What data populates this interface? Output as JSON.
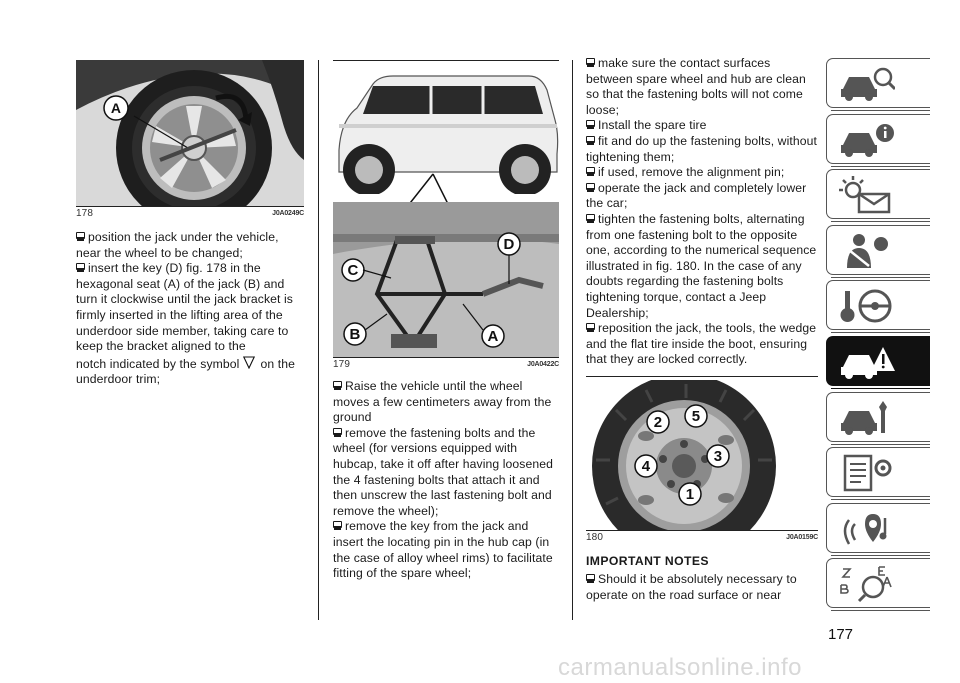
{
  "col1": {
    "figure": {
      "number": "178",
      "code": "J0A0249C",
      "label_a": "A"
    },
    "b1": "position the jack under the vehicle, near the wheel to be changed;",
    "b2": "insert the key (D) fig. 178 in the hexagonal seat (A) of the jack (B) and turn it clockwise until the jack bracket is firmly inserted in the lifting area of the underdoor side member, taking care to keep the bracket aligned to the",
    "b2_tail_pre": "notch indicated by the symbol",
    "b2_tail_post": "on the underdoor trim;"
  },
  "col2": {
    "figure": {
      "number": "179",
      "code": "J0A0422C",
      "label_a": "A",
      "label_b": "B",
      "label_c": "C",
      "label_d": "D"
    },
    "b1": "Raise the vehicle until the wheel moves a few centimeters away from the ground",
    "b2": "remove the fastening bolts and the wheel (for versions equipped with hubcap, take it off after having loosened the 4 fastening bolts that attach it and then unscrew the last fastening bolt and remove the wheel);",
    "b3": "remove the key from the jack and insert the locating pin in the hub cap (in the case of alloy wheel rims) to facilitate fitting of the spare wheel;"
  },
  "col3": {
    "b1": "make sure the contact surfaces between spare wheel and hub are clean so that the fastening bolts will not come loose;",
    "b2": "Install the spare tire",
    "b3": "fit and do up the fastening bolts, without tightening them;",
    "b4": "if used, remove the alignment pin;",
    "b5": "operate the jack and completely lower the car;",
    "b6": "tighten the fastening bolts, alternating from one fastening bolt to the opposite one, according to the numerical sequence illustrated in fig. 180. In the case of any doubts regarding the fastening bolts tightening torque, contact a Jeep Dealership;",
    "b7": "reposition the jack, the tools, the wedge and the flat tire inside the boot, ensuring that they are locked correctly.",
    "figure": {
      "number": "180",
      "code": "J0A0159C",
      "n1": "1",
      "n2": "2",
      "n3": "3",
      "n4": "4",
      "n5": "5"
    },
    "heading": "IMPORTANT NOTES",
    "b8": "Should it be absolutely necessary to operate on the road surface or near"
  },
  "sidebar": {
    "tabs": [
      {
        "icon": "car-dashboard-icon",
        "active": false
      },
      {
        "icon": "car-info-icon",
        "active": false
      },
      {
        "icon": "warning-lights-message-icon",
        "active": false
      },
      {
        "icon": "seatbelt-airbag-icon",
        "active": false
      },
      {
        "icon": "steering-wheel-key-icon",
        "active": false
      },
      {
        "icon": "car-emergency-icon",
        "active": true
      },
      {
        "icon": "car-maintenance-icon",
        "active": false
      },
      {
        "icon": "technical-data-icon",
        "active": false
      },
      {
        "icon": "multimedia-icon",
        "active": false
      },
      {
        "icon": "alphabetical-index-icon",
        "active": false
      }
    ]
  },
  "page_number": "177",
  "watermark": "carmanualsonline.info"
}
